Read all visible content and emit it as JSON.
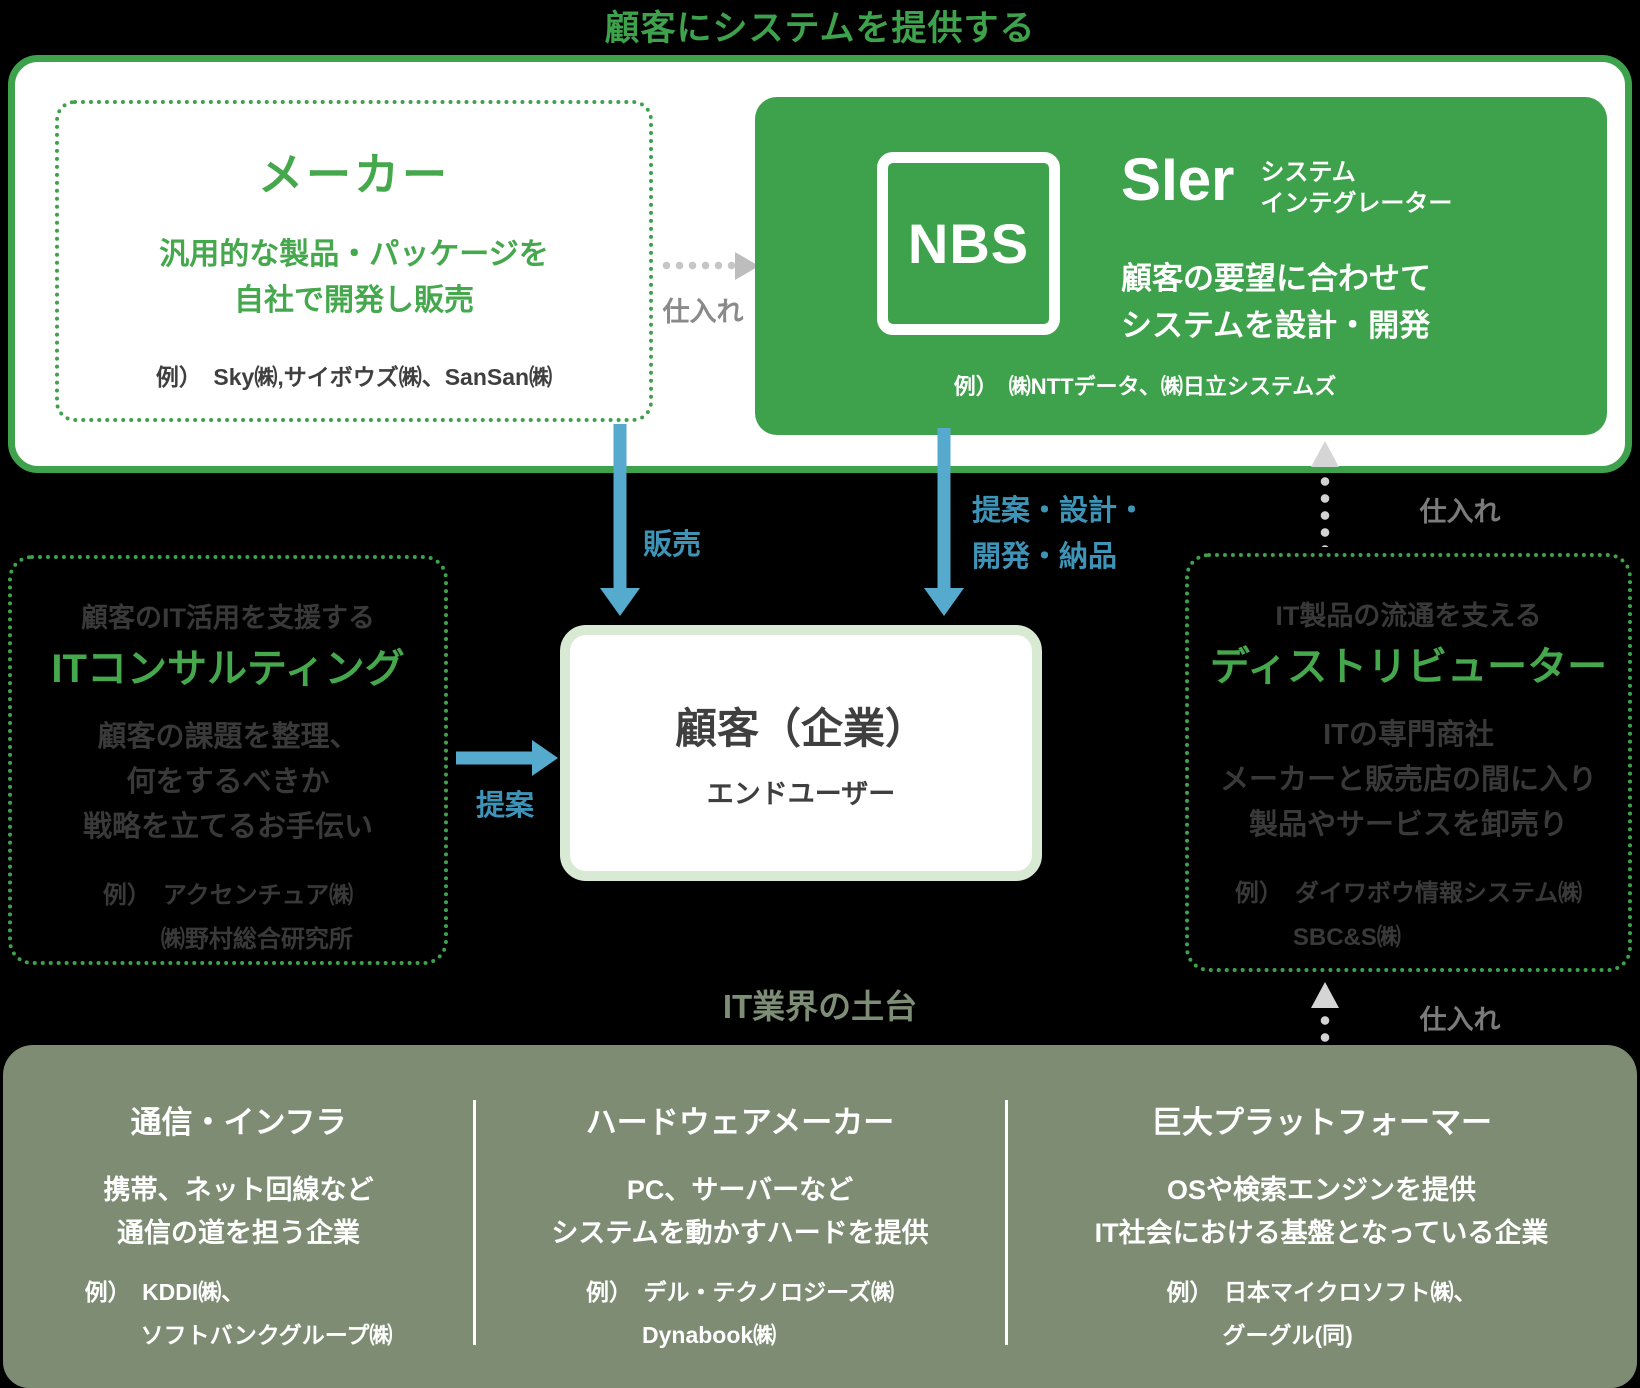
{
  "top_title": "顧客にシステムを提供する",
  "provider": {
    "maker": {
      "title": "メーカー",
      "desc_lines": [
        "汎用的な製品・パッケージを",
        "自社で開発し販売"
      ],
      "example": "例）　Sky㈱,サイボウズ㈱、SanSan㈱"
    },
    "supply_label": "仕入れ",
    "sier": {
      "logo_text": "NBS",
      "title": "SIer",
      "subtitle_lines": [
        "システム",
        "インテグレーター"
      ],
      "desc_lines": [
        "顧客の要望に合わせて",
        "システムを設計・開発"
      ],
      "example": "例）　㈱NTTデータ、㈱日立システムズ"
    }
  },
  "flows": {
    "sales_label": "販売",
    "proposal_design_lines": [
      "提案・設計・",
      "開発・納品"
    ],
    "proposal_label": "提案",
    "supply_upper_label": "仕入れ",
    "supply_lower_label": "仕入れ"
  },
  "consulting": {
    "tagline": "顧客のIT活用を支援する",
    "title": "ITコンサルティング",
    "desc_lines": [
      "顧客の課題を整理、",
      "何をするべきか",
      "戦略を立てるお手伝い"
    ],
    "example_lines": [
      "例）　アクセンチュア㈱",
      "㈱野村総合研究所"
    ]
  },
  "customer": {
    "title": "顧客（企業）",
    "subtitle": "エンドユーザー"
  },
  "distributor": {
    "tagline": "IT製品の流通を支える",
    "title": "ディストリビューター",
    "desc_lines": [
      "ITの専門商社",
      "メーカーと販売店の間に入り",
      "製品やサービスを卸売り"
    ],
    "example_lines": [
      "例）　ダイワボウ情報システム㈱",
      "SBC&S㈱"
    ]
  },
  "foundation": {
    "title": "IT業界の土台",
    "columns": [
      {
        "title": "通信・インフラ",
        "desc_lines": [
          "携帯、ネット回線など",
          "通信の道を担う企業"
        ],
        "example_lines": [
          "例）　KDDI㈱、",
          "ソフトバンクグループ㈱"
        ]
      },
      {
        "title": "ハードウェアメーカー",
        "desc_lines": [
          "PC、サーバーなど",
          "システムを動かすハードを提供"
        ],
        "example_lines": [
          "例）　デル・テクノロジーズ㈱",
          "Dynabook㈱"
        ]
      },
      {
        "title": "巨大プラットフォーマー",
        "desc_lines": [
          "OSや検索エンジンを提供",
          "IT社会における基盤となっている企業"
        ],
        "example_lines": [
          "例）　日本マイクロソフト㈱、",
          "グーグル(同)"
        ]
      }
    ]
  },
  "colors": {
    "green": "#3ea24c",
    "blue_arrow": "#55aacd",
    "blue_label": "#3e94b7",
    "sage": "#7d8c73",
    "gray_label": "#8a8a8a",
    "customer_border": "#d8e9d4"
  }
}
